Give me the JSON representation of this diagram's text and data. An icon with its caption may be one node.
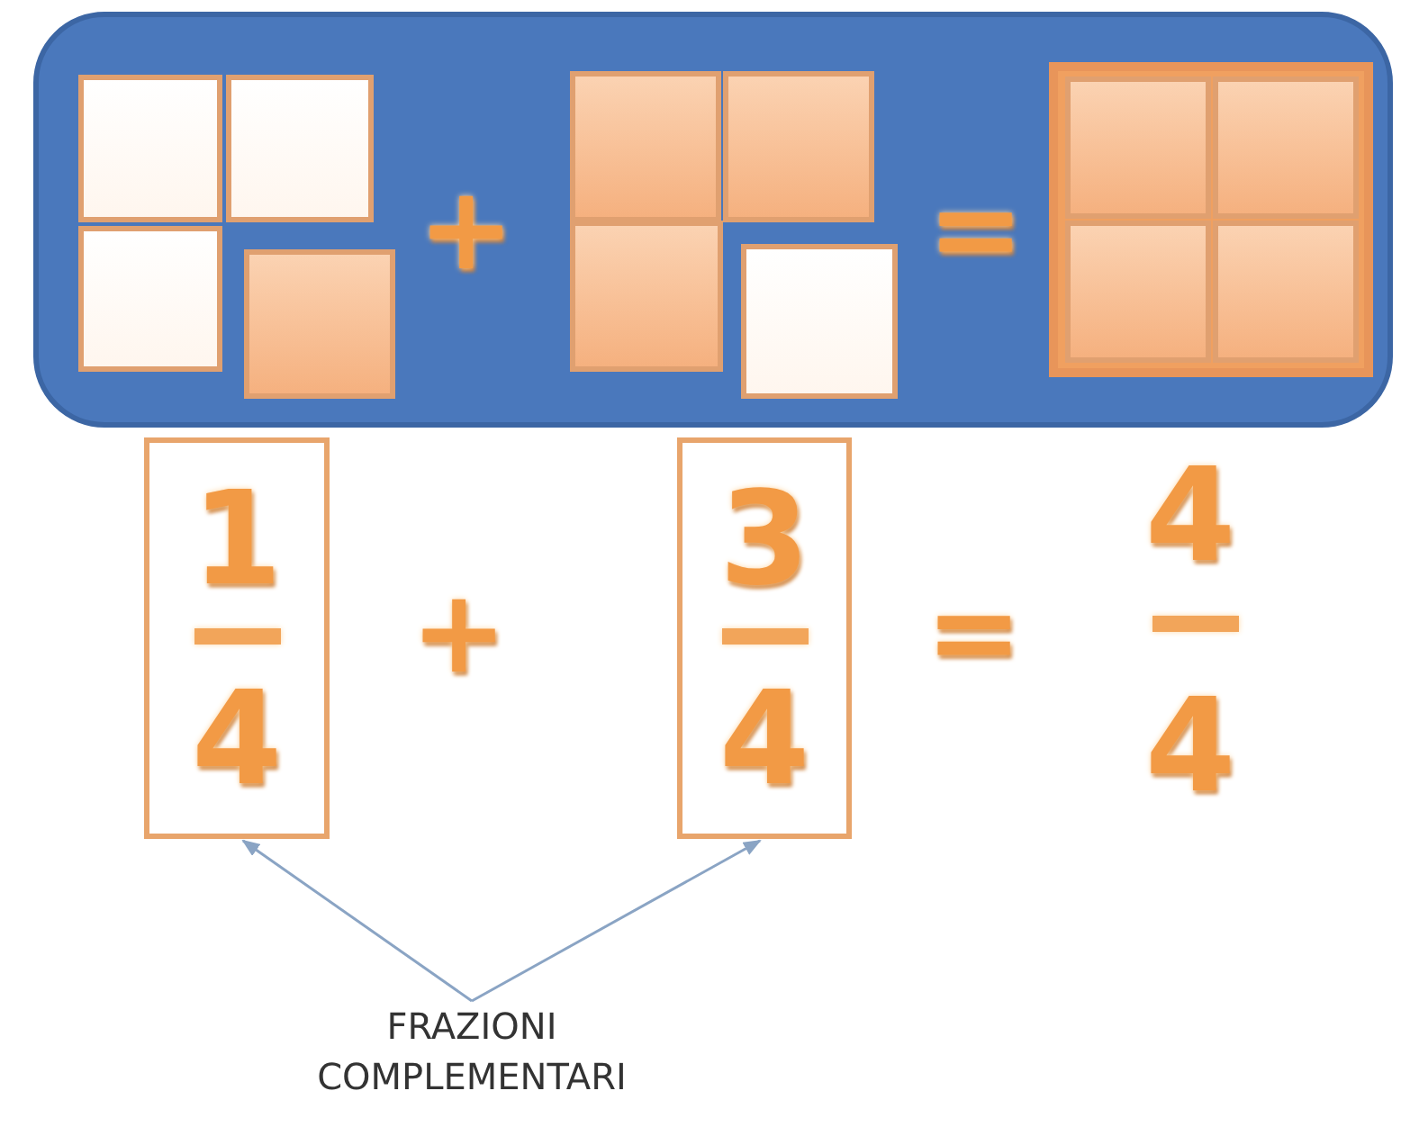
{
  "diagram": {
    "nodes": [
      {
        "text": [
          "1",
          "4"
        ]
      },
      {
        "text": [
          "3",
          "4"
        ]
      },
      {
        "text": [
          "FRAZIONI COMPLEMENTARI"
        ]
      }
    ],
    "edges": [
      {
        "from": 2,
        "to": 0,
        "arrow": "to"
      },
      {
        "from": 2,
        "to": 1,
        "arrow": "to"
      }
    ],
    "labels": [
      "+",
      "=",
      "+",
      "=",
      "4",
      "4"
    ]
  }
}
